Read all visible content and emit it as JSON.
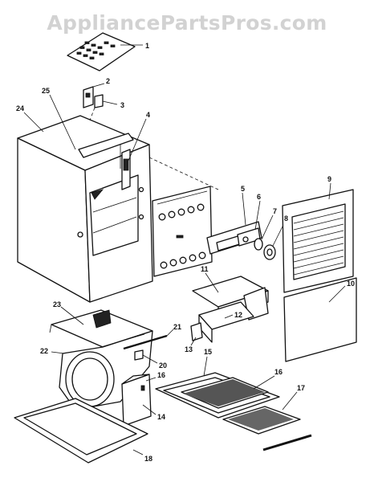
{
  "watermark": "AppliancePartsPros.com",
  "part_labels": [
    {
      "id": "1",
      "text": "1"
    },
    {
      "id": "2",
      "text": "2"
    },
    {
      "id": "3",
      "text": "3"
    },
    {
      "id": "4",
      "text": "4"
    },
    {
      "id": "5",
      "text": "5"
    },
    {
      "id": "6",
      "text": "6"
    },
    {
      "id": "7",
      "text": "7"
    },
    {
      "id": "8",
      "text": "8"
    },
    {
      "id": "9",
      "text": "9"
    },
    {
      "id": "10",
      "text": "10"
    },
    {
      "id": "11",
      "text": "11"
    },
    {
      "id": "12",
      "text": "12"
    },
    {
      "id": "13",
      "text": "13"
    },
    {
      "id": "14",
      "text": "14"
    },
    {
      "id": "15",
      "text": "15"
    },
    {
      "id": "16a",
      "text": "16"
    },
    {
      "id": "16b",
      "text": "16"
    },
    {
      "id": "17",
      "text": "17"
    },
    {
      "id": "18",
      "text": "18"
    },
    {
      "id": "20",
      "text": "20"
    },
    {
      "id": "21",
      "text": "21"
    },
    {
      "id": "22",
      "text": "22"
    },
    {
      "id": "23",
      "text": "23"
    },
    {
      "id": "24",
      "text": "24"
    },
    {
      "id": "25",
      "text": "25"
    }
  ]
}
